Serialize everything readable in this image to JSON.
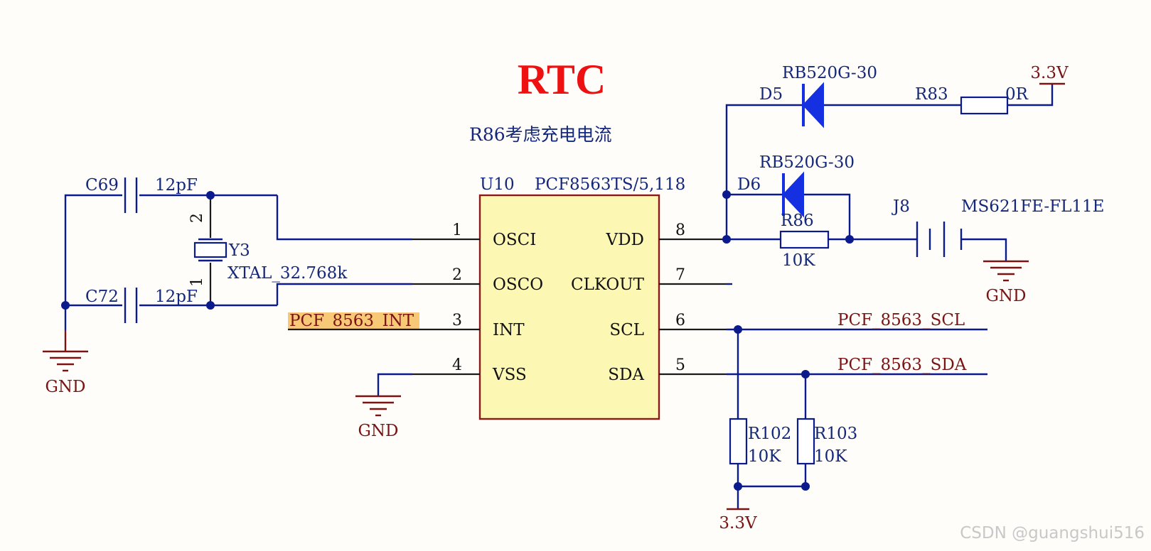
{
  "title": "RTC",
  "note": "R86考虑充电电流",
  "u10": {
    "ref": "U10",
    "value": "PCF8563TS/5,118",
    "pins": [
      {
        "num": "1",
        "name": "OSCI"
      },
      {
        "num": "2",
        "name": "OSCO"
      },
      {
        "num": "3",
        "name": "INT"
      },
      {
        "num": "4",
        "name": "VSS"
      },
      {
        "num": "8",
        "name": "VDD"
      },
      {
        "num": "7",
        "name": "CLKOUT"
      },
      {
        "num": "6",
        "name": "SCL"
      },
      {
        "num": "5",
        "name": "SDA"
      }
    ]
  },
  "c69": {
    "ref": "C69",
    "value": "12pF"
  },
  "c72": {
    "ref": "C72",
    "value": "12pF"
  },
  "y3": {
    "ref": "Y3",
    "value": "XTAL_32.768k",
    "pin_top": "2",
    "pin_bottom": "1"
  },
  "d5": {
    "ref": "D5",
    "value": "RB520G-30"
  },
  "d6": {
    "ref": "D6",
    "value": "RB520G-30"
  },
  "r83": {
    "ref": "R83",
    "value": "0R"
  },
  "r86": {
    "ref": "R86",
    "value": "10K"
  },
  "r102": {
    "ref": "R102",
    "value": "10K"
  },
  "r103": {
    "ref": "R103",
    "value": "10K"
  },
  "j8": {
    "ref": "J8",
    "value": "MS621FE-FL11E"
  },
  "power": {
    "vcc": "3.3V",
    "gnd": "GND"
  },
  "nets": {
    "int": "PCF_8563_INT",
    "scl": "PCF_8563_SCL",
    "sda": "PCF_8563_SDA"
  },
  "watermark": "CSDN @guangshui516",
  "colors": {
    "wire": "#0b1a8c",
    "diode": "#1530e0",
    "chip_fill": "#fdf7b4",
    "net_label": "#7a1414",
    "title": "#ee1111",
    "net_highlight": "#f7c876"
  }
}
